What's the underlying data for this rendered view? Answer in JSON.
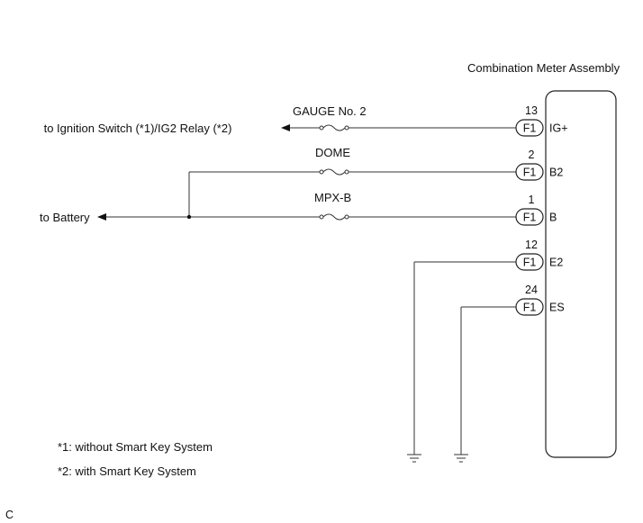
{
  "component": {
    "title": "Combination Meter Assembly",
    "connector": "F1",
    "pins": [
      {
        "number": "13",
        "name": "IG+"
      },
      {
        "number": "2",
        "name": "B2"
      },
      {
        "number": "1",
        "name": "B"
      },
      {
        "number": "12",
        "name": "E2"
      },
      {
        "number": "24",
        "name": "ES"
      }
    ]
  },
  "fuses": [
    {
      "label": "GAUGE No. 2"
    },
    {
      "label": "DOME"
    },
    {
      "label": "MPX-B"
    }
  ],
  "destinations": {
    "ignition": "to Ignition Switch (*1)/IG2 Relay (*2)",
    "battery": "to Battery"
  },
  "notes": [
    "*1: without Smart Key System",
    "*2: with Smart Key System"
  ],
  "corner_code": "C"
}
